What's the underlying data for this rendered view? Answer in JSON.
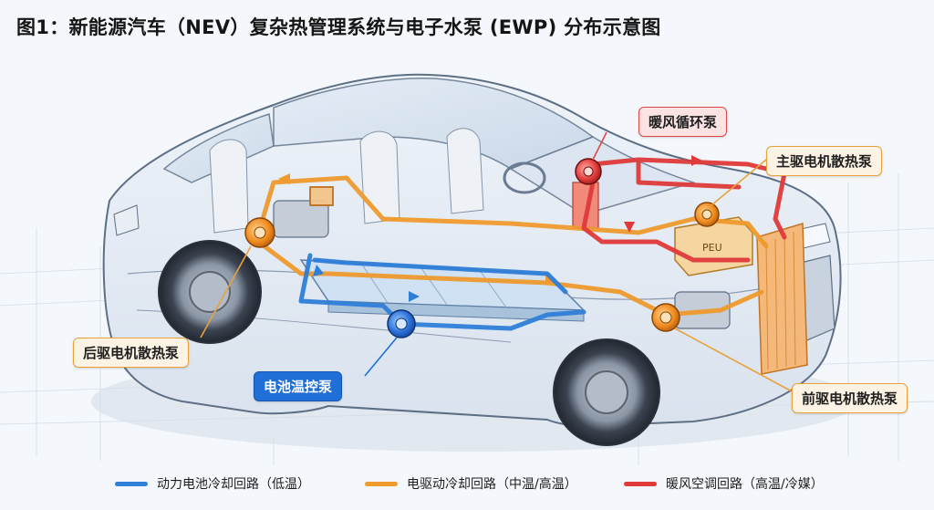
{
  "title": "图1：新能源汽车（NEV）复杂热管理系统与电子水泵 (EWP) 分布示意图",
  "callouts": {
    "heater_pump": "暖风循环泵",
    "main_motor_pump": "主驱电机散热泵",
    "rear_motor_pump": "后驱电机散热泵",
    "battery_pump": "电池温控泵",
    "front_motor_pump": "前驱电机散热泵"
  },
  "peu_label": "PEU",
  "legend": [
    {
      "label": "动力电池冷却回路（低温）",
      "color": "#2f7fd8"
    },
    {
      "label": "电驱动冷却回路（中温/高温）",
      "color": "#ef9a2d"
    },
    {
      "label": "暖风空调回路（高温/冷媒）",
      "color": "#e03a3a"
    }
  ],
  "colors": {
    "battery_loop": "#2f7fd8",
    "drive_loop": "#ef9a2d",
    "heater_loop": "#e03a3a",
    "car_outline": "#5d6f85"
  }
}
